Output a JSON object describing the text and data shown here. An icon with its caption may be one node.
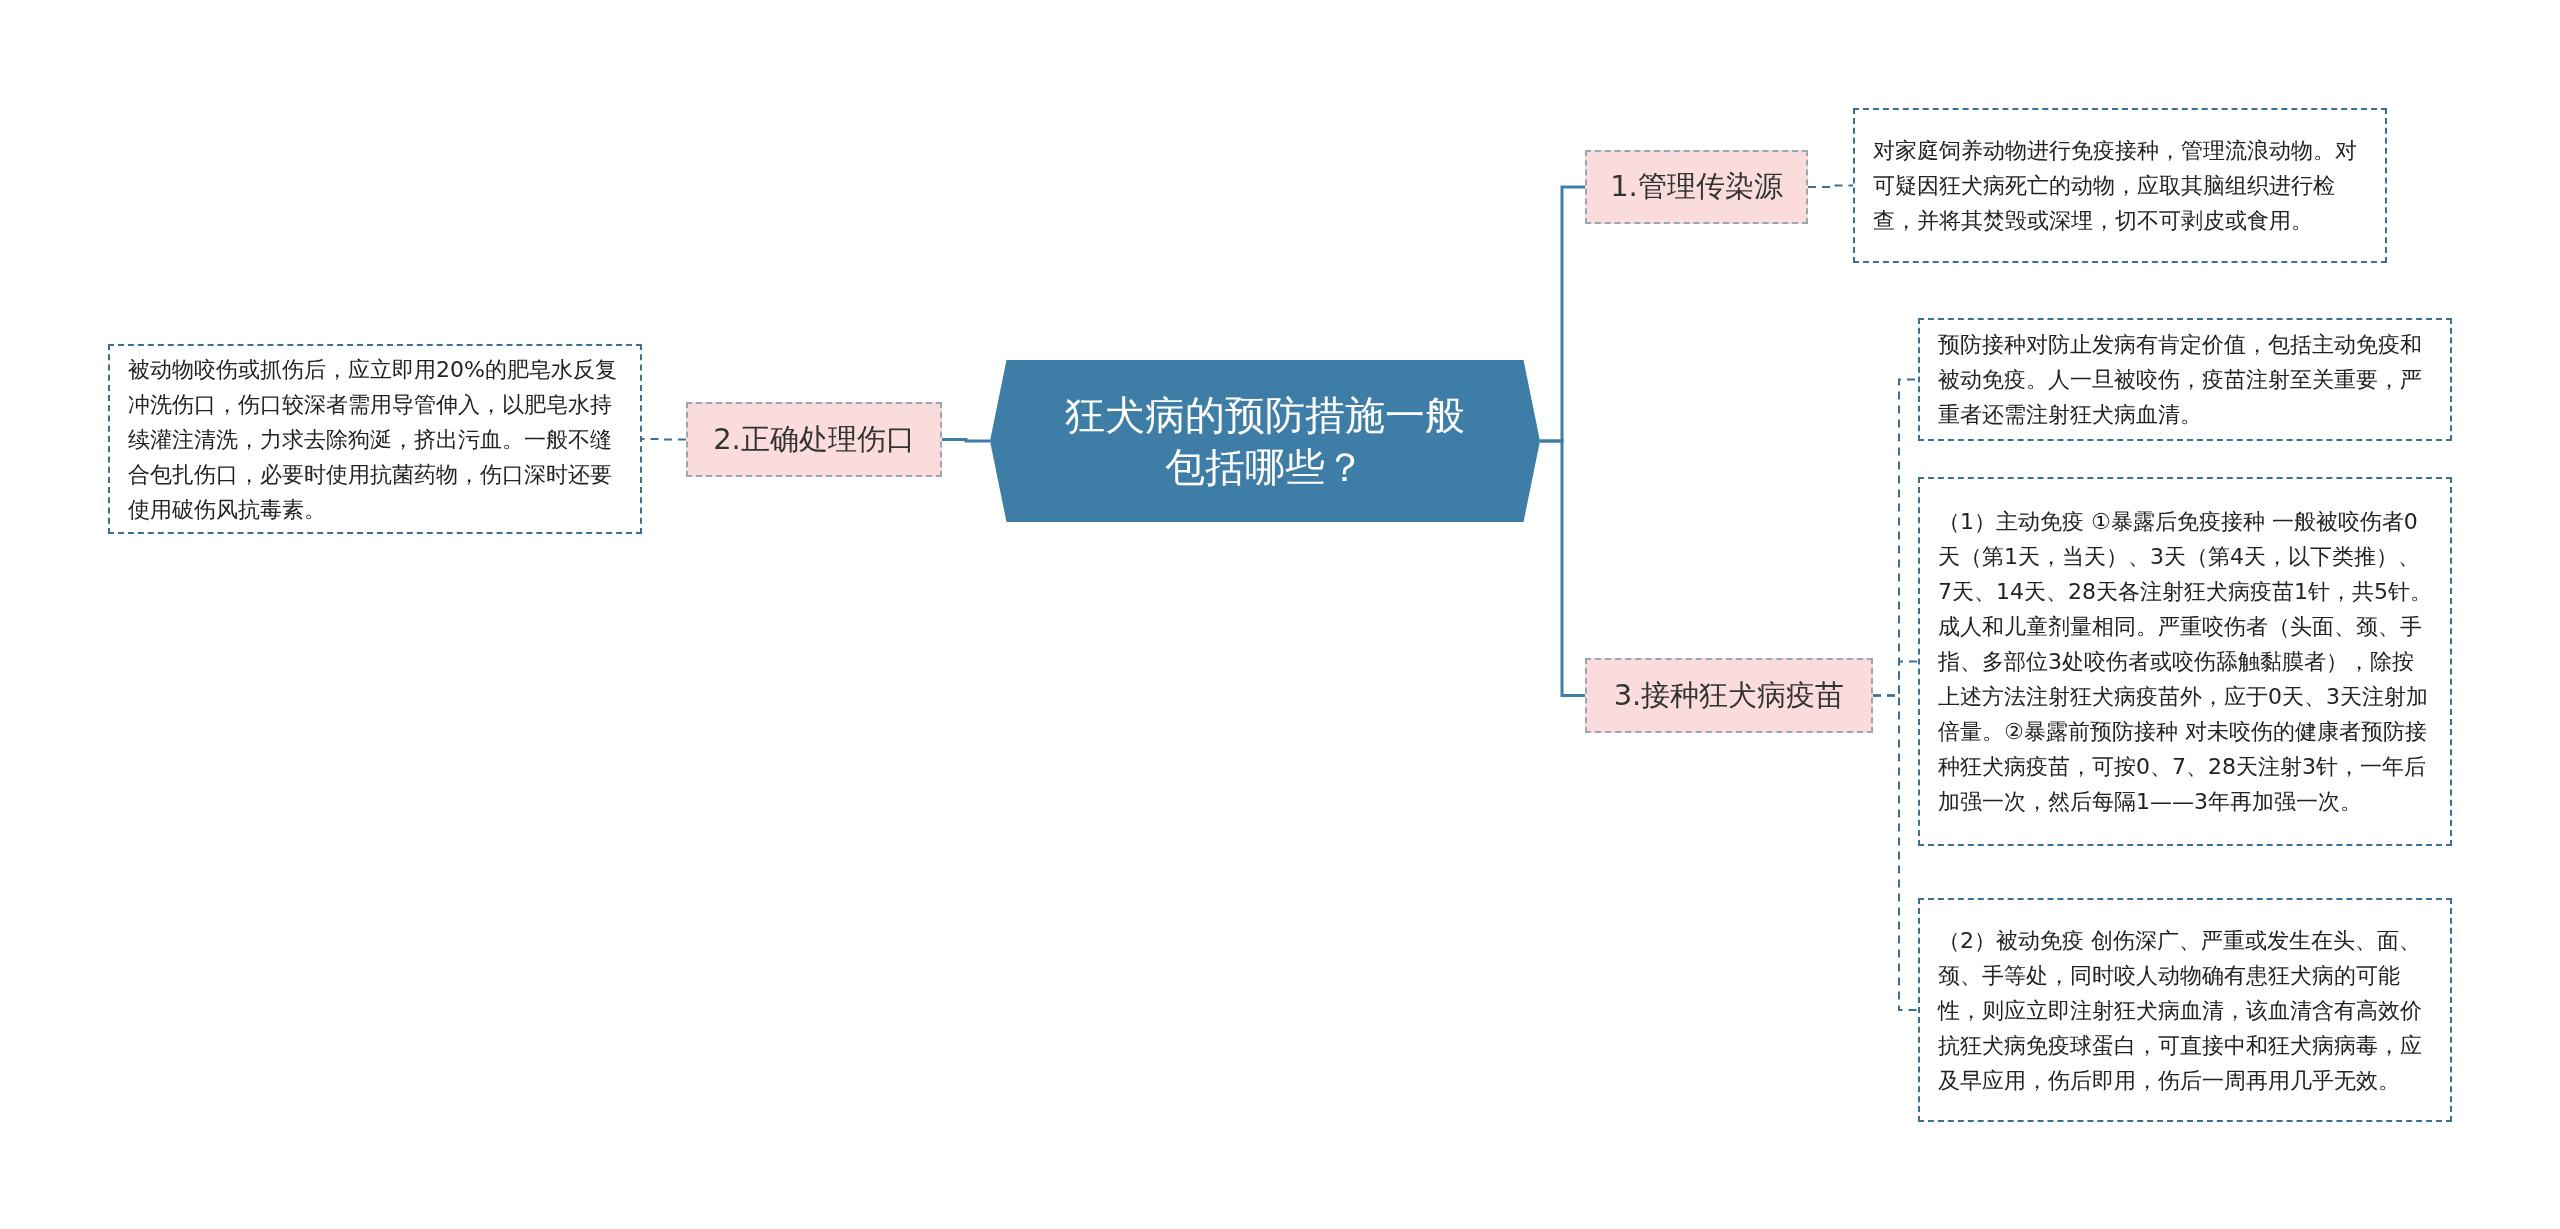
{
  "diagram": {
    "nodes": [
      {
        "text": [
          "狂犬病的预防措施一般包括哪些？"
        ]
      },
      {
        "text": [
          "1.管理传染源"
        ]
      },
      {
        "text": [
          "对家庭饲养动物进行免疫接种，管理流浪动物。对可疑因狂犬病死亡的动物，应取其脑组织进行检查，并将其焚毁或深埋，切不可剥皮或食用。"
        ]
      },
      {
        "text": [
          "2.正确处理伤口"
        ]
      },
      {
        "text": [
          "被动物咬伤或抓伤后，应立即用20%的肥皂水反复冲洗伤口，伤口较深者需用导管伸入，以肥皂水持续灌注清洗，力求去除狗涎，挤出污血。一般不缝合包扎伤口，必要时使用抗菌药物，伤口深时还要使用破伤风抗毒素。"
        ]
      },
      {
        "text": [
          "3.接种狂犬病疫苗"
        ]
      },
      {
        "text": [
          "预防接种对防止发病有肯定价值，包括主动免疫和被动免疫。人一旦被咬伤，疫苗注射至关重要，严重者还需注射狂犬病血清。"
        ]
      },
      {
        "text": [
          "（1）主动免疫 ①暴露后免疫接种 一般被咬伤者0天（第1天，当天）、3天（第4天，以下类推）、7天、14天、28天各注射狂犬病疫苗1针，共5针。成人和儿童剂量相同。严重咬伤者（头面、颈、手指、多部位3处咬伤者或咬伤舔触黏膜者），除按上述方法注射狂犬病疫苗外，应于0天、3天注射加倍量。②暴露前预防接种 对未咬伤的健康者预防接种狂犬病疫苗，可按0、7、28天注射3针，一年后加强一次，然后每隔1——3年再加强一次。"
        ]
      },
      {
        "text": [
          "（2）被动免疫 创伤深广、严重或发生在头、面、颈、手等处，同时咬人动物确有患狂犬病的可能性，则应立即注射狂犬病血清，该血清含有高效价抗狂犬病免疫球蛋白，可直接中和狂犬病病毒，应及早应用，伤后即用，伤后一周再用几乎无效。"
        ]
      }
    ],
    "edges": [
      {
        "from": 0,
        "to": 1,
        "arrow": "none"
      },
      {
        "from": 1,
        "to": 2,
        "arrow": "none",
        "style": "dashed"
      },
      {
        "from": 0,
        "to": 3,
        "arrow": "none"
      },
      {
        "from": 3,
        "to": 4,
        "arrow": "none",
        "style": "dashed"
      },
      {
        "from": 0,
        "to": 5,
        "arrow": "none"
      },
      {
        "from": 5,
        "to": 6,
        "arrow": "none",
        "style": "dashed"
      },
      {
        "from": 5,
        "to": 7,
        "arrow": "none",
        "style": "dashed"
      },
      {
        "from": 5,
        "to": 8,
        "arrow": "none",
        "style": "dashed"
      }
    ]
  }
}
